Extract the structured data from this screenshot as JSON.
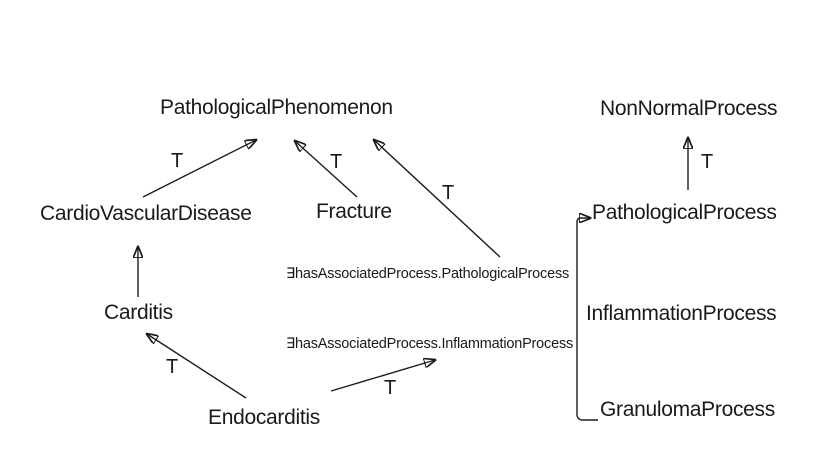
{
  "diagram": {
    "type": "ontology-class-hierarchy",
    "nodes": {
      "pathological_phenomenon": "PathologicalPhenomenon",
      "non_normal_process": "NonNormalProcess",
      "cardio_vascular_disease": "CardioVascularDisease",
      "fracture": "Fracture",
      "pathological_process": "PathologicalProcess",
      "carditis": "Carditis",
      "inflammation_process": "InflammationProcess",
      "endocarditis": "Endocarditis",
      "granuloma_process": "GranulomaProcess"
    },
    "restrictions": {
      "pathological": "∃hasAssociatedProcess.PathologicalProcess",
      "inflammation": "∃hasAssociatedProcess.InflammationProcess"
    },
    "edges": [
      {
        "from": "CardioVascularDisease",
        "to": "PathologicalPhenomenon",
        "label": "T"
      },
      {
        "from": "Fracture",
        "to": "PathologicalPhenomenon",
        "label": "T"
      },
      {
        "from": "∃hasAssociatedProcess.PathologicalProcess",
        "to": "PathologicalPhenomenon",
        "label": "T"
      },
      {
        "from": "PathologicalProcess",
        "to": "NonNormalProcess",
        "label": "T"
      },
      {
        "from": "Carditis",
        "to": "CardioVascularDisease",
        "label": ""
      },
      {
        "from": "Endocarditis",
        "to": "Carditis",
        "label": "T"
      },
      {
        "from": "Endocarditis",
        "to": "∃hasAssociatedProcess.InflammationProcess",
        "label": "T"
      },
      {
        "type": "bracket",
        "members": [
          "InflammationProcess",
          "GranulomaProcess"
        ],
        "to": "PathologicalProcess",
        "label": ""
      }
    ],
    "colors": {
      "background": "#ffffff",
      "text": "#1a1a1a",
      "line": "#1c1c1c"
    }
  }
}
